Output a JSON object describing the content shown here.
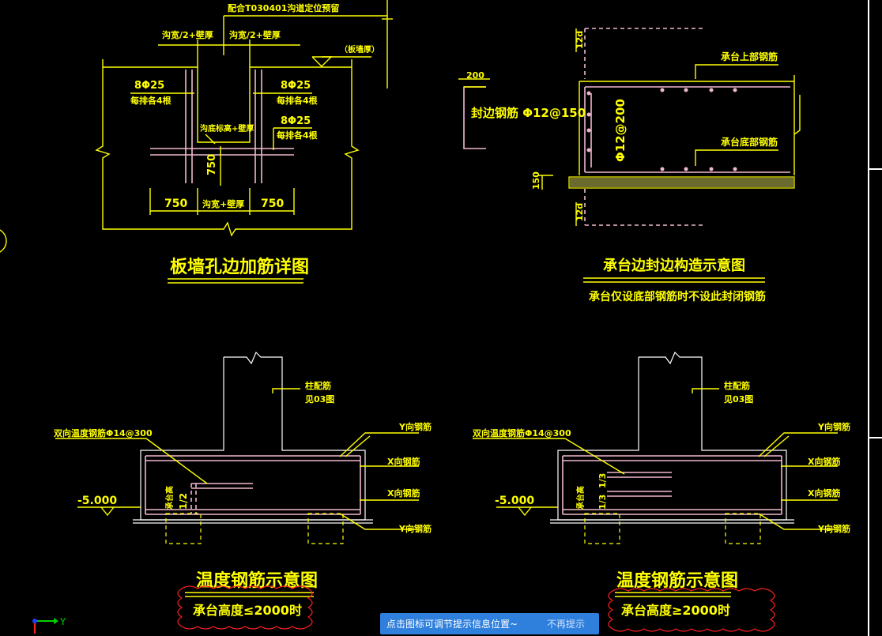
{
  "drawing": {
    "detail1": {
      "title": "板墙孔边加筋详图",
      "note_top": "配合T030401沟道定位预留",
      "half_width_label_left": "沟宽/2+壁厚",
      "half_width_label_right": "沟宽/2+壁厚",
      "wall_tag": "（板墙厚）",
      "rebar_left": "8Φ25",
      "rebar_left_sub": "每排各4根",
      "rebar_right": "8Φ25",
      "rebar_right_sub": "每排各4根",
      "rebar_right2": "8Φ25",
      "rebar_right2_sub": "每排各4根",
      "bottom_note": "沟底标高+壁厚",
      "dim_v": "750",
      "dim_left": "750",
      "dim_mid": "沟宽+壁厚",
      "dim_right": "750"
    },
    "detail2": {
      "title": "承台边封边构造示意图",
      "subtitle": "承台仅设底部钢筋时不设此封闭钢筋",
      "dim_200": "200",
      "edge_bar": "封边钢筋 Φ12@150",
      "vertical_bar": "Φ12@200",
      "top_bar": "承台上部钢筋",
      "bottom_bar": "承台底部钢筋",
      "dim_12d_top": "12d",
      "dim_12d_bottom": "12d",
      "dim_150": "150"
    },
    "detail3": {
      "title": "温度钢筋示意图",
      "subtitle": "承台高度≤2000时",
      "col_bar": "柱配筋",
      "col_ref": "见03图",
      "temp_bar": "双向温度钢筋Φ14@300",
      "y_bar_top": "Y向钢筋",
      "x_bar_1": "X向钢筋",
      "x_bar_2": "X向钢筋",
      "y_bar_bottom": "Y向钢筋",
      "elev": "-5.000",
      "height_label": "承台高",
      "frac": "1/2"
    },
    "detail4": {
      "title": "温度钢筋示意图",
      "subtitle": "承台高度≥2000时",
      "col_bar": "柱配筋",
      "col_ref": "见03图",
      "temp_bar": "双向温度钢筋Φ14@300",
      "y_bar_top": "Y向钢筋",
      "x_bar_1": "X向钢筋",
      "x_bar_2": "X向钢筋",
      "y_bar_bottom": "Y向钢筋",
      "elev": "-5.000",
      "height_label": "承台高",
      "frac1": "1/3",
      "frac2": "1/3"
    }
  },
  "tooltip": {
    "message": "点击图标可调节提示信息位置~",
    "dismiss": "不再提示"
  },
  "ucs": {
    "axis_y": "Y"
  },
  "colors": {
    "background": "#000000",
    "text": "#ffff00",
    "rebar": "#f0b8d0",
    "tooltip": "#2f7fdc"
  }
}
